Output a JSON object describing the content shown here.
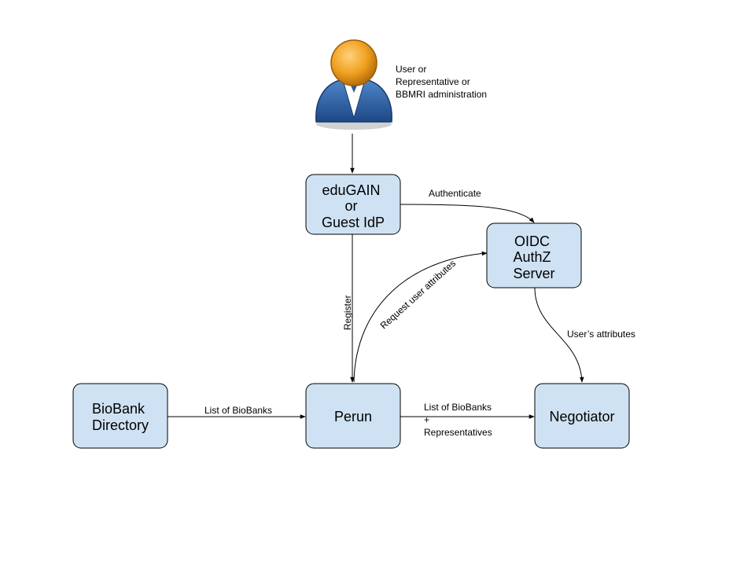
{
  "actor": {
    "icon": "user-person-icon",
    "label_lines": [
      "User or",
      "Representative or",
      "BBMRI administration"
    ]
  },
  "nodes": {
    "edugain": {
      "lines": [
        "eduGAIN",
        "or",
        "Guest IdP"
      ]
    },
    "oidc": {
      "lines": [
        "OIDC",
        "AuthZ",
        "Server"
      ]
    },
    "biobank_directory": {
      "lines": [
        "BioBank",
        "Directory"
      ]
    },
    "perun": {
      "lines": [
        "Perun"
      ]
    },
    "negotiator": {
      "lines": [
        "Negotiator"
      ]
    }
  },
  "edges": {
    "authenticate": {
      "label": "Authenticate"
    },
    "register": {
      "label": "Register"
    },
    "request_user_attributes": {
      "label": "Request user attributes"
    },
    "users_attributes": {
      "label": "User’s attributes"
    },
    "list_of_biobanks": {
      "label": "List of BioBanks"
    },
    "list_of_biobanks_reps": {
      "lines": [
        "List of BioBanks",
        "+",
        "Representatives"
      ]
    }
  },
  "colors": {
    "node_fill": "#cfe2f3",
    "stroke": "#000000",
    "person_head": "#f0a020",
    "person_body": "#2a5a9c"
  }
}
